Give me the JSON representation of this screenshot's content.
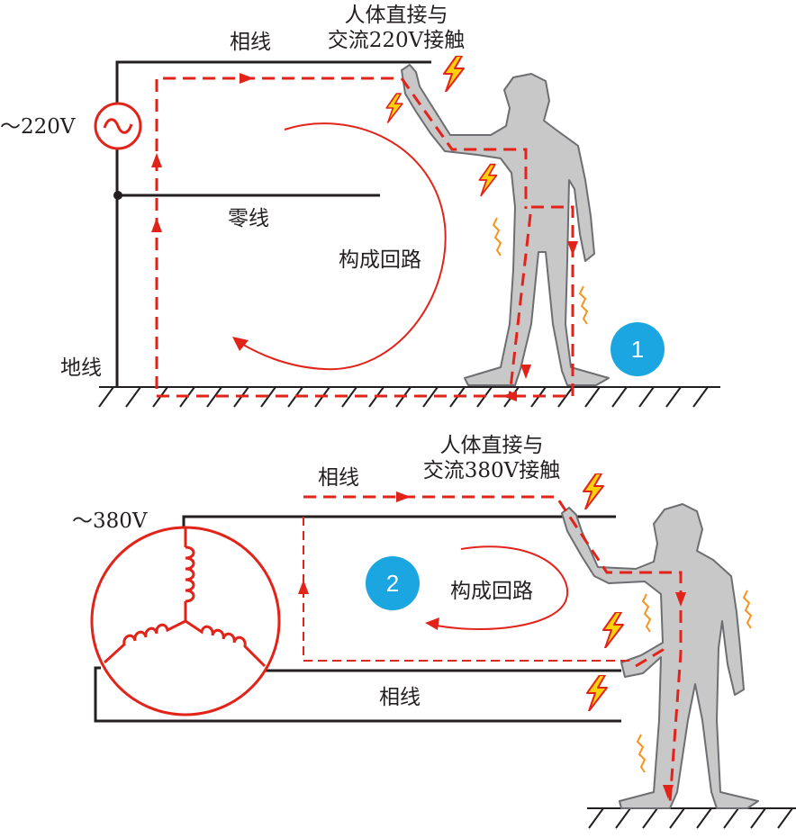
{
  "diagram1": {
    "phase_line": "相线",
    "contact_line1": "人体直接与",
    "contact_line2": "交流220V接触",
    "voltage": "～220V",
    "neutral_line": "零线",
    "loop": "构成回路",
    "ground_line": "地线",
    "badge": "1"
  },
  "diagram2": {
    "phase_line_top": "相线",
    "contact_line1": "人体直接与",
    "contact_line2": "交流380V接触",
    "voltage": "～380V",
    "loop": "构成回路",
    "phase_line_bottom": "相线",
    "badge": "2"
  },
  "colors": {
    "wire": "#231f20",
    "current": "#e2231a",
    "body": "#c8c8c9",
    "body_edge": "#6d6e71",
    "badge": "#1ba6e1",
    "spark_fill": "#fbd20a",
    "spark_edge": "#e2231a"
  }
}
